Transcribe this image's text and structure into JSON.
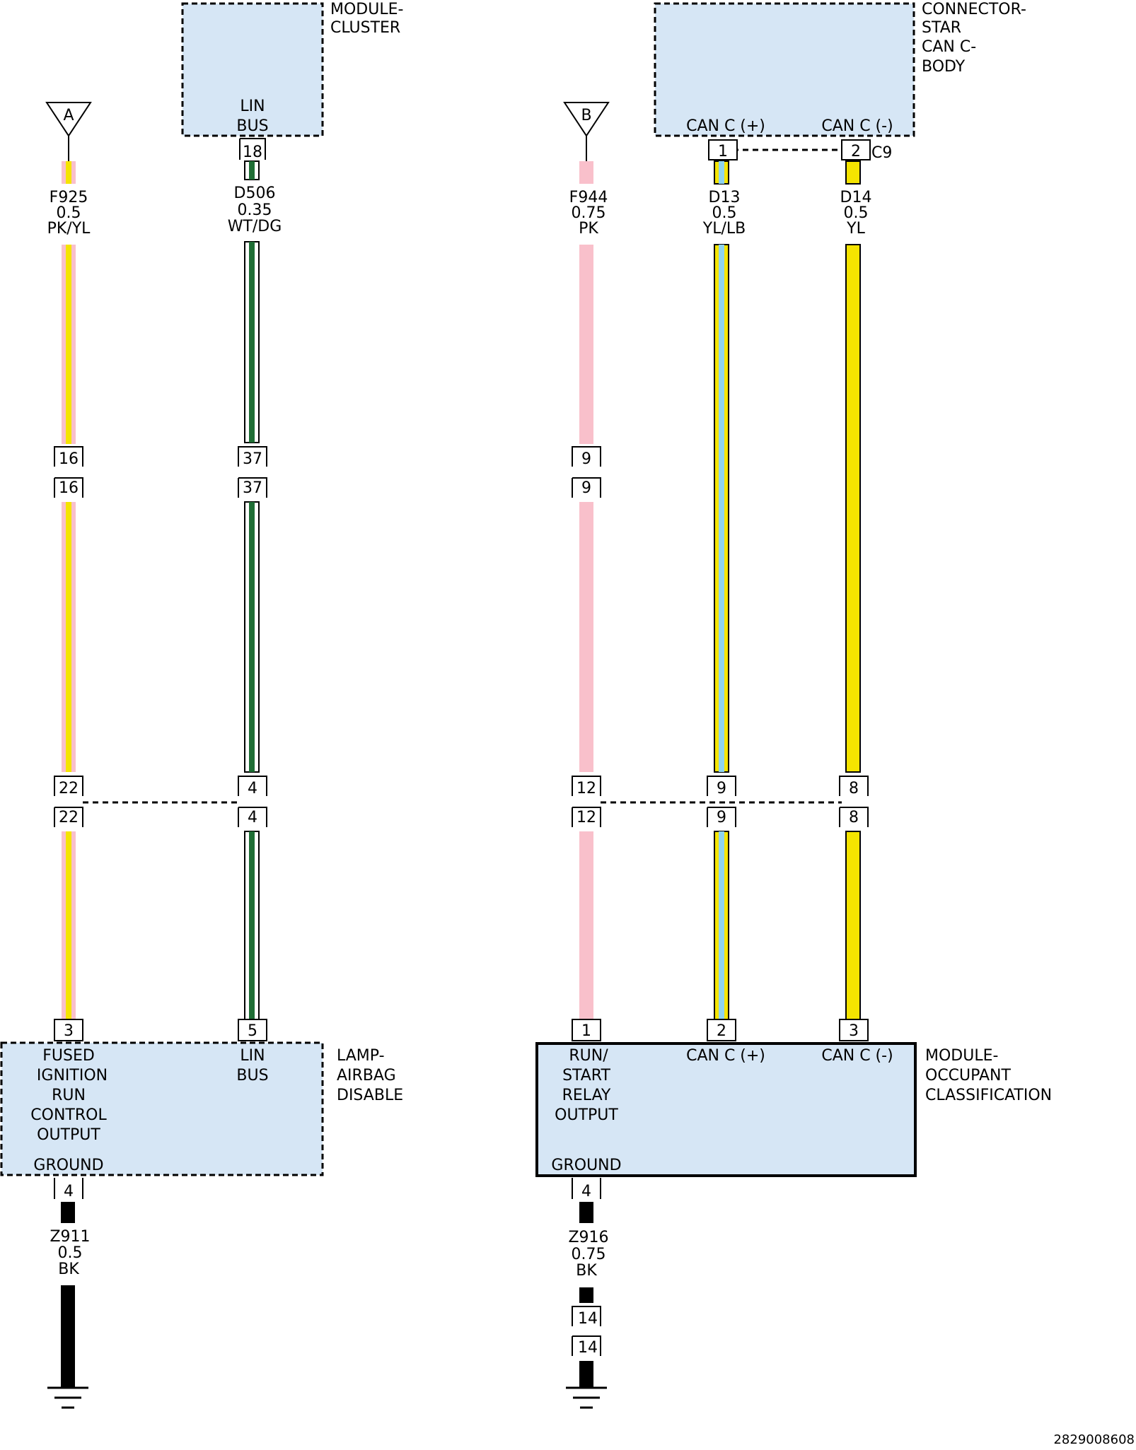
{
  "connectors": {
    "cluster": {
      "label_lines": [
        "MODULE-",
        "CLUSTER"
      ],
      "inner_lines": [
        "LIN",
        "BUS"
      ]
    },
    "star": {
      "label_lines": [
        "CONNECTOR-",
        "STAR",
        "CAN C-",
        "BODY"
      ],
      "pin_labels": [
        "CAN C (+)",
        "CAN C (-)"
      ],
      "connector_id": "C9"
    },
    "lamp": {
      "label_lines": [
        "LAMP-",
        "AIRBAG",
        "DISABLE"
      ],
      "pin_a_lines": [
        "FUSED",
        "IGNITION",
        "RUN",
        "CONTROL",
        "OUTPUT"
      ],
      "pin_b_lines": [
        "LIN",
        "BUS"
      ],
      "ground_label": "GROUND"
    },
    "occupant": {
      "label_lines": [
        "MODULE-",
        "OCCUPANT",
        "CLASSIFICATION"
      ],
      "pin_a_lines": [
        "RUN/",
        "START",
        "RELAY",
        "OUTPUT"
      ],
      "pin_b_lines": [
        "CAN C (+)"
      ],
      "pin_c_lines": [
        "CAN C (-)"
      ],
      "ground_label": "GROUND"
    }
  },
  "offpage_markers": [
    "A",
    "B"
  ],
  "wires": [
    {
      "circuit": "F925",
      "gauge": "0.5",
      "color": "PK/YL",
      "pins": {
        "top": "",
        "inline_upper": "16",
        "inline_lower": "22",
        "bottom": "3"
      }
    },
    {
      "circuit": "D506",
      "gauge": "0.35",
      "color": "WT/DG",
      "pins": {
        "top": "18",
        "inline_upper": "37",
        "inline_lower": "4",
        "bottom": "5"
      }
    },
    {
      "circuit": "F944",
      "gauge": "0.75",
      "color": "PK",
      "pins": {
        "top": "",
        "inline_upper": "9",
        "inline_lower": "12",
        "bottom": "1"
      }
    },
    {
      "circuit": "D13",
      "gauge": "0.5",
      "color": "YL/LB",
      "pins": {
        "top": "1",
        "inline_lower": "9",
        "bottom": "2"
      }
    },
    {
      "circuit": "D14",
      "gauge": "0.5",
      "color": "YL",
      "pins": {
        "top": "2",
        "inline_lower": "8",
        "bottom": "3"
      }
    }
  ],
  "grounds": [
    {
      "circuit": "Z911",
      "gauge": "0.5",
      "color": "BK",
      "pin": "4"
    },
    {
      "circuit": "Z916",
      "gauge": "0.75",
      "color": "BK",
      "pin": "4",
      "inline_pin": "14"
    }
  ],
  "diagram_id": "2829008608",
  "colors": {
    "module_fill": "#d6e6f5",
    "pink": "#f9c0cb",
    "yellow": "#f5e400",
    "dark_green": "#1f6e35",
    "light_blue": "#8fd3ef",
    "black": "#000000"
  }
}
